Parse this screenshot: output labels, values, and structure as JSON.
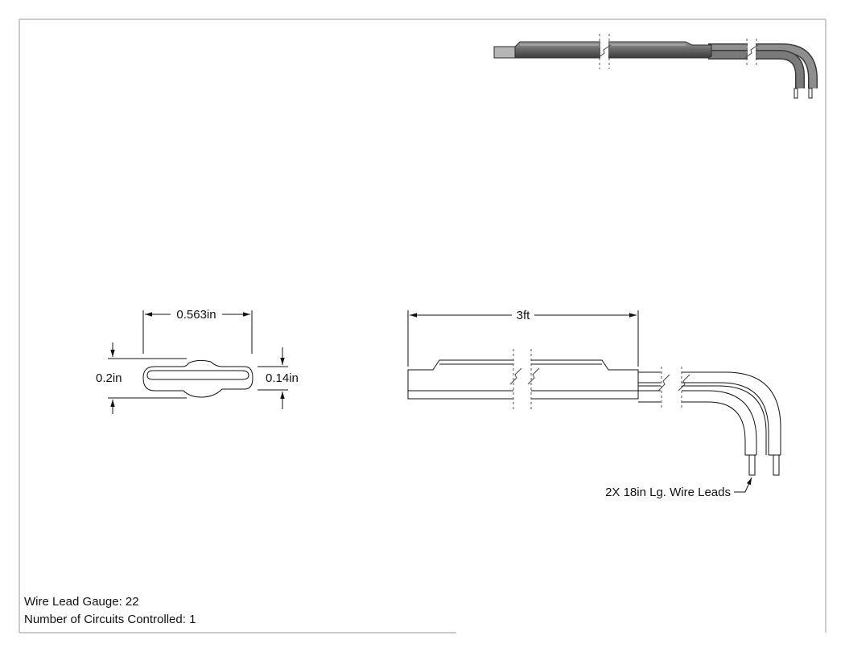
{
  "dimensions": {
    "end_view_width": "0.563in",
    "end_view_height_left": "0.2in",
    "end_view_height_right": "0.14in",
    "side_view_length": "3ft"
  },
  "callout": {
    "wire_leads": "2X 18in Lg. Wire Leads"
  },
  "notes": {
    "wire_lead_gauge": "Wire Lead Gauge: 22",
    "circuits_controlled": "Number of Circuits Controlled: 1"
  },
  "colors": {
    "line": "#111111",
    "border": "#9a9a9a",
    "iso_dark": "#4a4a4a",
    "iso_mid": "#7a7a7a",
    "iso_light": "#b0b0b0"
  }
}
